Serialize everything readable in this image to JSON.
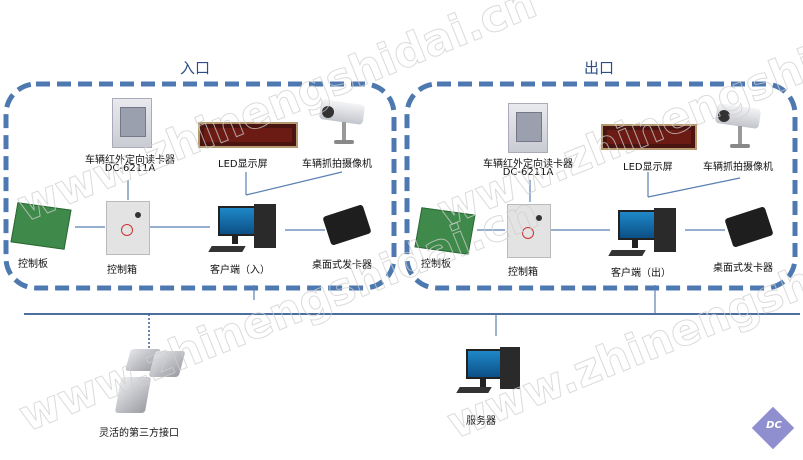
{
  "colors": {
    "border": "#4d79b0",
    "line": "#5b80b3",
    "title": "#2b4f86",
    "logo": "#8f8fd0"
  },
  "watermark": "www.zhinengshidai.cn",
  "entry": {
    "title": "入口",
    "reader_label": "车辆红外定向读卡器",
    "reader_model": "DC-6211A",
    "led_label": "LED显示屏",
    "camera_label": "车辆抓拍摄像机",
    "board_label": "控制板",
    "box_label": "控制箱",
    "client_label": "客户端（入）",
    "desk_reader_label": "桌面式发卡器"
  },
  "exit": {
    "title": "出口",
    "reader_label": "车辆红外定向读卡器",
    "reader_model": "DC-6211A",
    "led_label": "LED显示屏",
    "camera_label": "车辆抓拍摄像机",
    "board_label": "控制板",
    "box_label": "控制箱",
    "client_label": "客户端（出）",
    "desk_reader_label": "桌面式发卡器"
  },
  "bottom": {
    "third_party_label": "灵活的第三方接口",
    "server_label": "服务器"
  },
  "logo": {
    "text": "DC"
  }
}
